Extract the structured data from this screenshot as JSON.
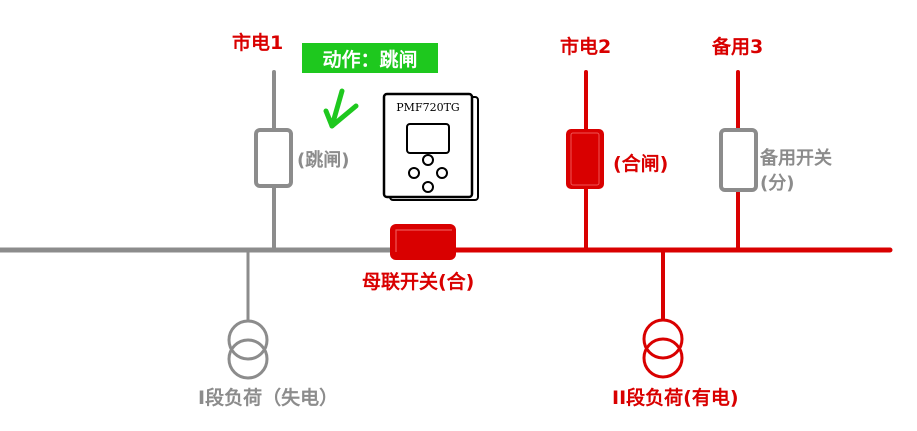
{
  "colors": {
    "energized": "#d90000",
    "deenergized": "#8c8c8c",
    "action": "#1ec81e",
    "background": "#ffffff"
  },
  "sources": [
    {
      "id": "mains1",
      "label": "市电1",
      "breaker_state": "(跳闸)",
      "state": "open",
      "energized": false
    },
    {
      "id": "mains2",
      "label": "市电2",
      "breaker_state": "(合闸)",
      "state": "closed",
      "energized": true
    },
    {
      "id": "backup3",
      "label": "备用3",
      "breaker_state": "备用开关\n(分)",
      "breaker_label_line1": "备用开关",
      "breaker_label_line2": "(分)",
      "state": "open",
      "energized": true
    }
  ],
  "action_badge": {
    "text": "动作：跳闸"
  },
  "controller": {
    "model": "PMF720TG",
    "icon": "controller-device-icon"
  },
  "bus_tie": {
    "label": "母联开关(合)",
    "state": "closed"
  },
  "loads": [
    {
      "id": "load1",
      "label": "I段负荷（失电）",
      "energized": false
    },
    {
      "id": "load2",
      "label": "II段负荷(有电)",
      "energized": true
    }
  ],
  "arrow": {
    "icon": "check-arrow-icon"
  }
}
